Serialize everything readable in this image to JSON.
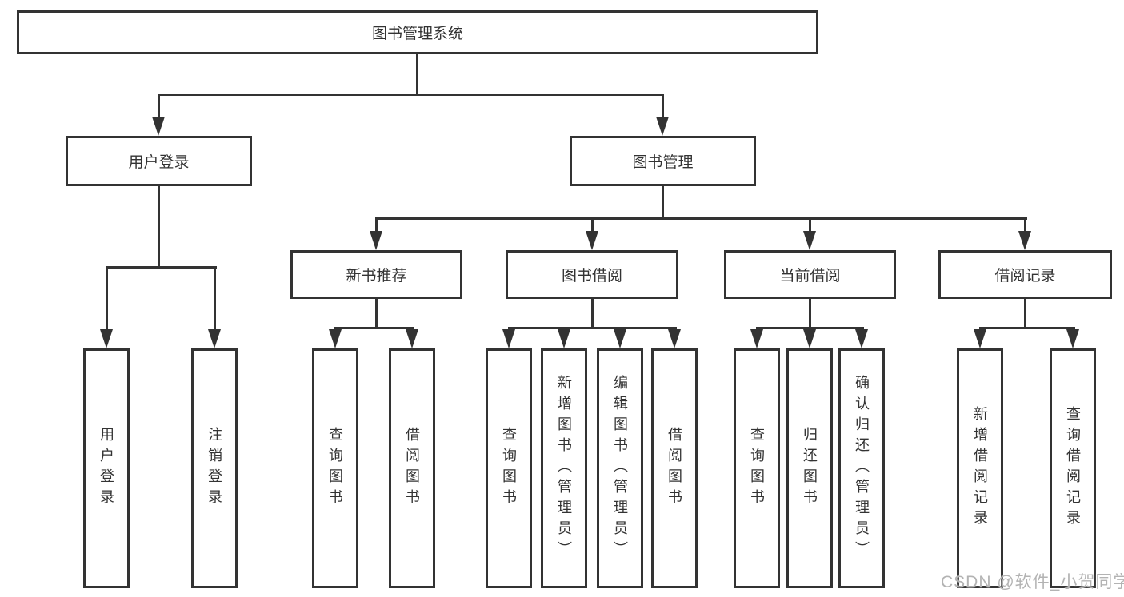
{
  "diagram": {
    "title": "图书管理系统",
    "root": {
      "label": "图书管理系统"
    },
    "level2": [
      {
        "label": "用户登录",
        "parent": "图书管理系统"
      },
      {
        "label": "图书管理",
        "parent": "图书管理系统"
      }
    ],
    "level3": [
      {
        "label": "新书推荐",
        "parent": "图书管理"
      },
      {
        "label": "图书借阅",
        "parent": "图书管理"
      },
      {
        "label": "当前借阅",
        "parent": "图书管理"
      },
      {
        "label": "借阅记录",
        "parent": "图书管理"
      }
    ],
    "leaves": [
      {
        "label": "用户登录",
        "parent": "用户登录"
      },
      {
        "label": "注销登录",
        "parent": "用户登录"
      },
      {
        "label": "查询图书",
        "parent": "新书推荐"
      },
      {
        "label": "借阅图书",
        "parent": "新书推荐"
      },
      {
        "label": "查询图书",
        "parent": "图书借阅"
      },
      {
        "label": "新增图书（管理员）",
        "parent": "图书借阅"
      },
      {
        "label": "编辑图书（管理员）",
        "parent": "图书借阅"
      },
      {
        "label": "借阅图书",
        "parent": "图书借阅"
      },
      {
        "label": "查询图书",
        "parent": "当前借阅"
      },
      {
        "label": "归还图书",
        "parent": "当前借阅"
      },
      {
        "label": "确认归还（管理员）",
        "parent": "当前借阅"
      },
      {
        "label": "新增借阅记录",
        "parent": "借阅记录"
      },
      {
        "label": "查询借阅记录",
        "parent": "借阅记录"
      }
    ]
  },
  "watermark": {
    "text": "CSDN @软件_小贺同学"
  },
  "colors": {
    "line": "#333333",
    "box_border": "#333333",
    "box_fill": "#ffffff",
    "text": "#333333",
    "watermark": "#b3b3b3"
  }
}
